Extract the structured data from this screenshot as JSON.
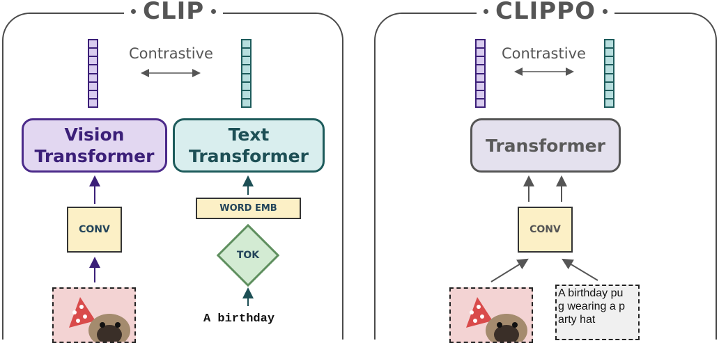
{
  "clip": {
    "title": "CLIP",
    "contrastive_label": "Contrastive",
    "vision_transformer": "Vision Transformer",
    "vision_line1": "Vision",
    "vision_line2": "Transformer",
    "text_line1": "Text",
    "text_line2": "Transformer",
    "conv_label": "CONV",
    "word_emb_label": "WORD EMB",
    "tok_label": "TOK",
    "input_text": "A birthday"
  },
  "clippo": {
    "title": "CLIPPO",
    "contrastive_label": "Contrastive",
    "transformer_label": "Transformer",
    "conv_label": "CONV",
    "rendered_text_line1": "A birthday pu",
    "rendered_text_line2": "g wearing a p",
    "rendered_text_line3": "arty hat"
  },
  "colors": {
    "vision": "#3b1f78",
    "text": "#1d5b5b",
    "shared": "#555555",
    "conv_fill": "#fcf0c6"
  },
  "icons": [
    "pug-party-hat-image",
    "embedding-vector",
    "double-arrow"
  ]
}
